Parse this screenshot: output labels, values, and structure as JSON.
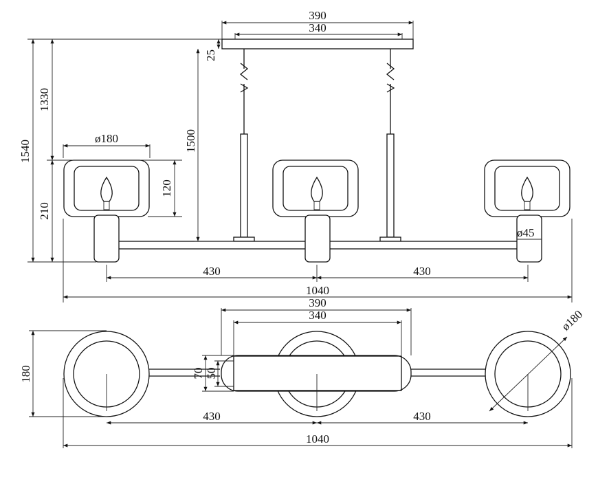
{
  "dimensions": {
    "side": {
      "top_plate_outer": "390",
      "top_plate_inner": "340",
      "plate_height": "25",
      "overall_height": "1540",
      "cable_height": "1330",
      "max_drop": "1500",
      "shade_diameter": "ø180",
      "shade_height": "120",
      "fixture_height": "210",
      "socket_diameter": "ø45",
      "spacing_left": "430",
      "spacing_right": "430",
      "overall_width": "1040"
    },
    "top": {
      "plate_outer": "390",
      "plate_inner": "340",
      "plate_depth_outer": "70",
      "plate_depth_inner": "50",
      "shade_depth": "180",
      "shade_diameter": "ø180",
      "spacing_left": "430",
      "spacing_right": "430",
      "overall_width": "1040"
    }
  }
}
